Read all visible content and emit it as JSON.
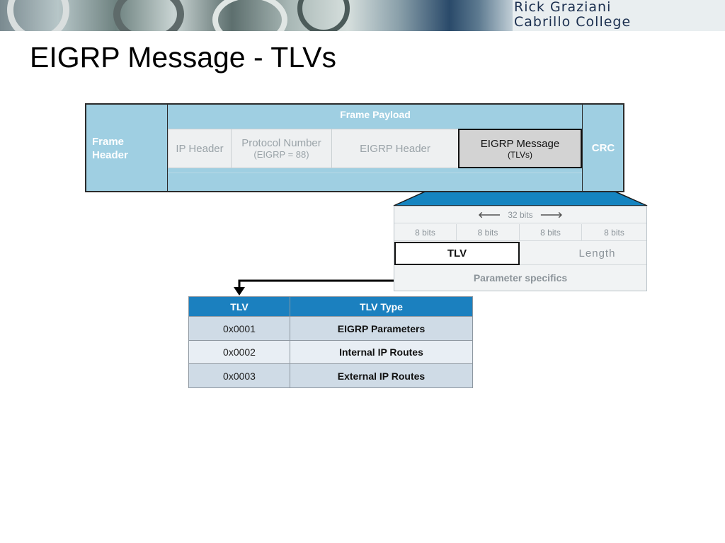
{
  "slide": {
    "author_name": "Rick Graziani",
    "author_college": "Cabrillo College",
    "title": "EIGRP Message - TLVs"
  },
  "frame": {
    "frame_header": "Frame Header",
    "payload": "Frame  Payload",
    "crc": "CRC",
    "ip_header": "IP Header",
    "protocol_number": "Protocol Number",
    "protocol_number_sub": "(EIGRP = 88)",
    "eigrp_header": "EIGRP Header",
    "eigrp_message": "EIGRP Message",
    "eigrp_message_sub": "(TLVs)"
  },
  "tlv_format": {
    "width_label": "32 bits",
    "octets": [
      "8 bits",
      "8 bits",
      "8 bits",
      "8 bits"
    ],
    "tlv": "TLV",
    "length": "Length",
    "parameter_specifics": "Parameter specifics"
  },
  "tlv_table": {
    "headers": [
      "TLV",
      "TLV Type"
    ],
    "rows": [
      {
        "code": "0x0001",
        "type": "EIGRP Parameters"
      },
      {
        "code": "0x0002",
        "type": "Internal IP Routes"
      },
      {
        "code": "0x0003",
        "type": "External IP Routes"
      }
    ]
  },
  "colors": {
    "frame_blue": "#9fcfe2",
    "zoom_blue": "#1584c0",
    "table_header": "#1b80bf",
    "row_dark": "#cfdbe6",
    "row_light": "#e8eef4"
  }
}
